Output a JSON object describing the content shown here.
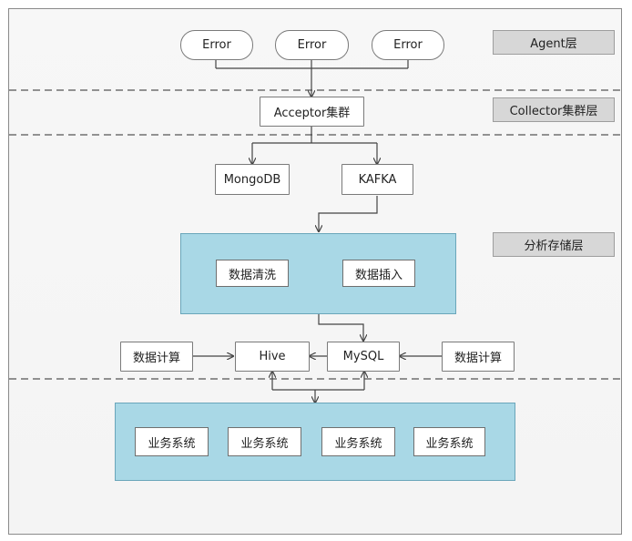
{
  "nodes": {
    "error_1": "Error",
    "error_2": "Error",
    "error_3": "Error",
    "acceptor": "Acceptor集群",
    "mongodb": "MongoDB",
    "kafka": "KAFKA",
    "data_cleaning": "数据清洗",
    "data_insert": "数据插入",
    "compute_left": "数据计算",
    "hive": "Hive",
    "mysql": "MySQL",
    "compute_right": "数据计算",
    "biz_1": "业务系统",
    "biz_2": "业务系统",
    "biz_3": "业务系统",
    "biz_4": "业务系统"
  },
  "layers": {
    "agent": "Agent层",
    "collector": "Collector集群层",
    "analysis_storage": "分析存储层"
  }
}
